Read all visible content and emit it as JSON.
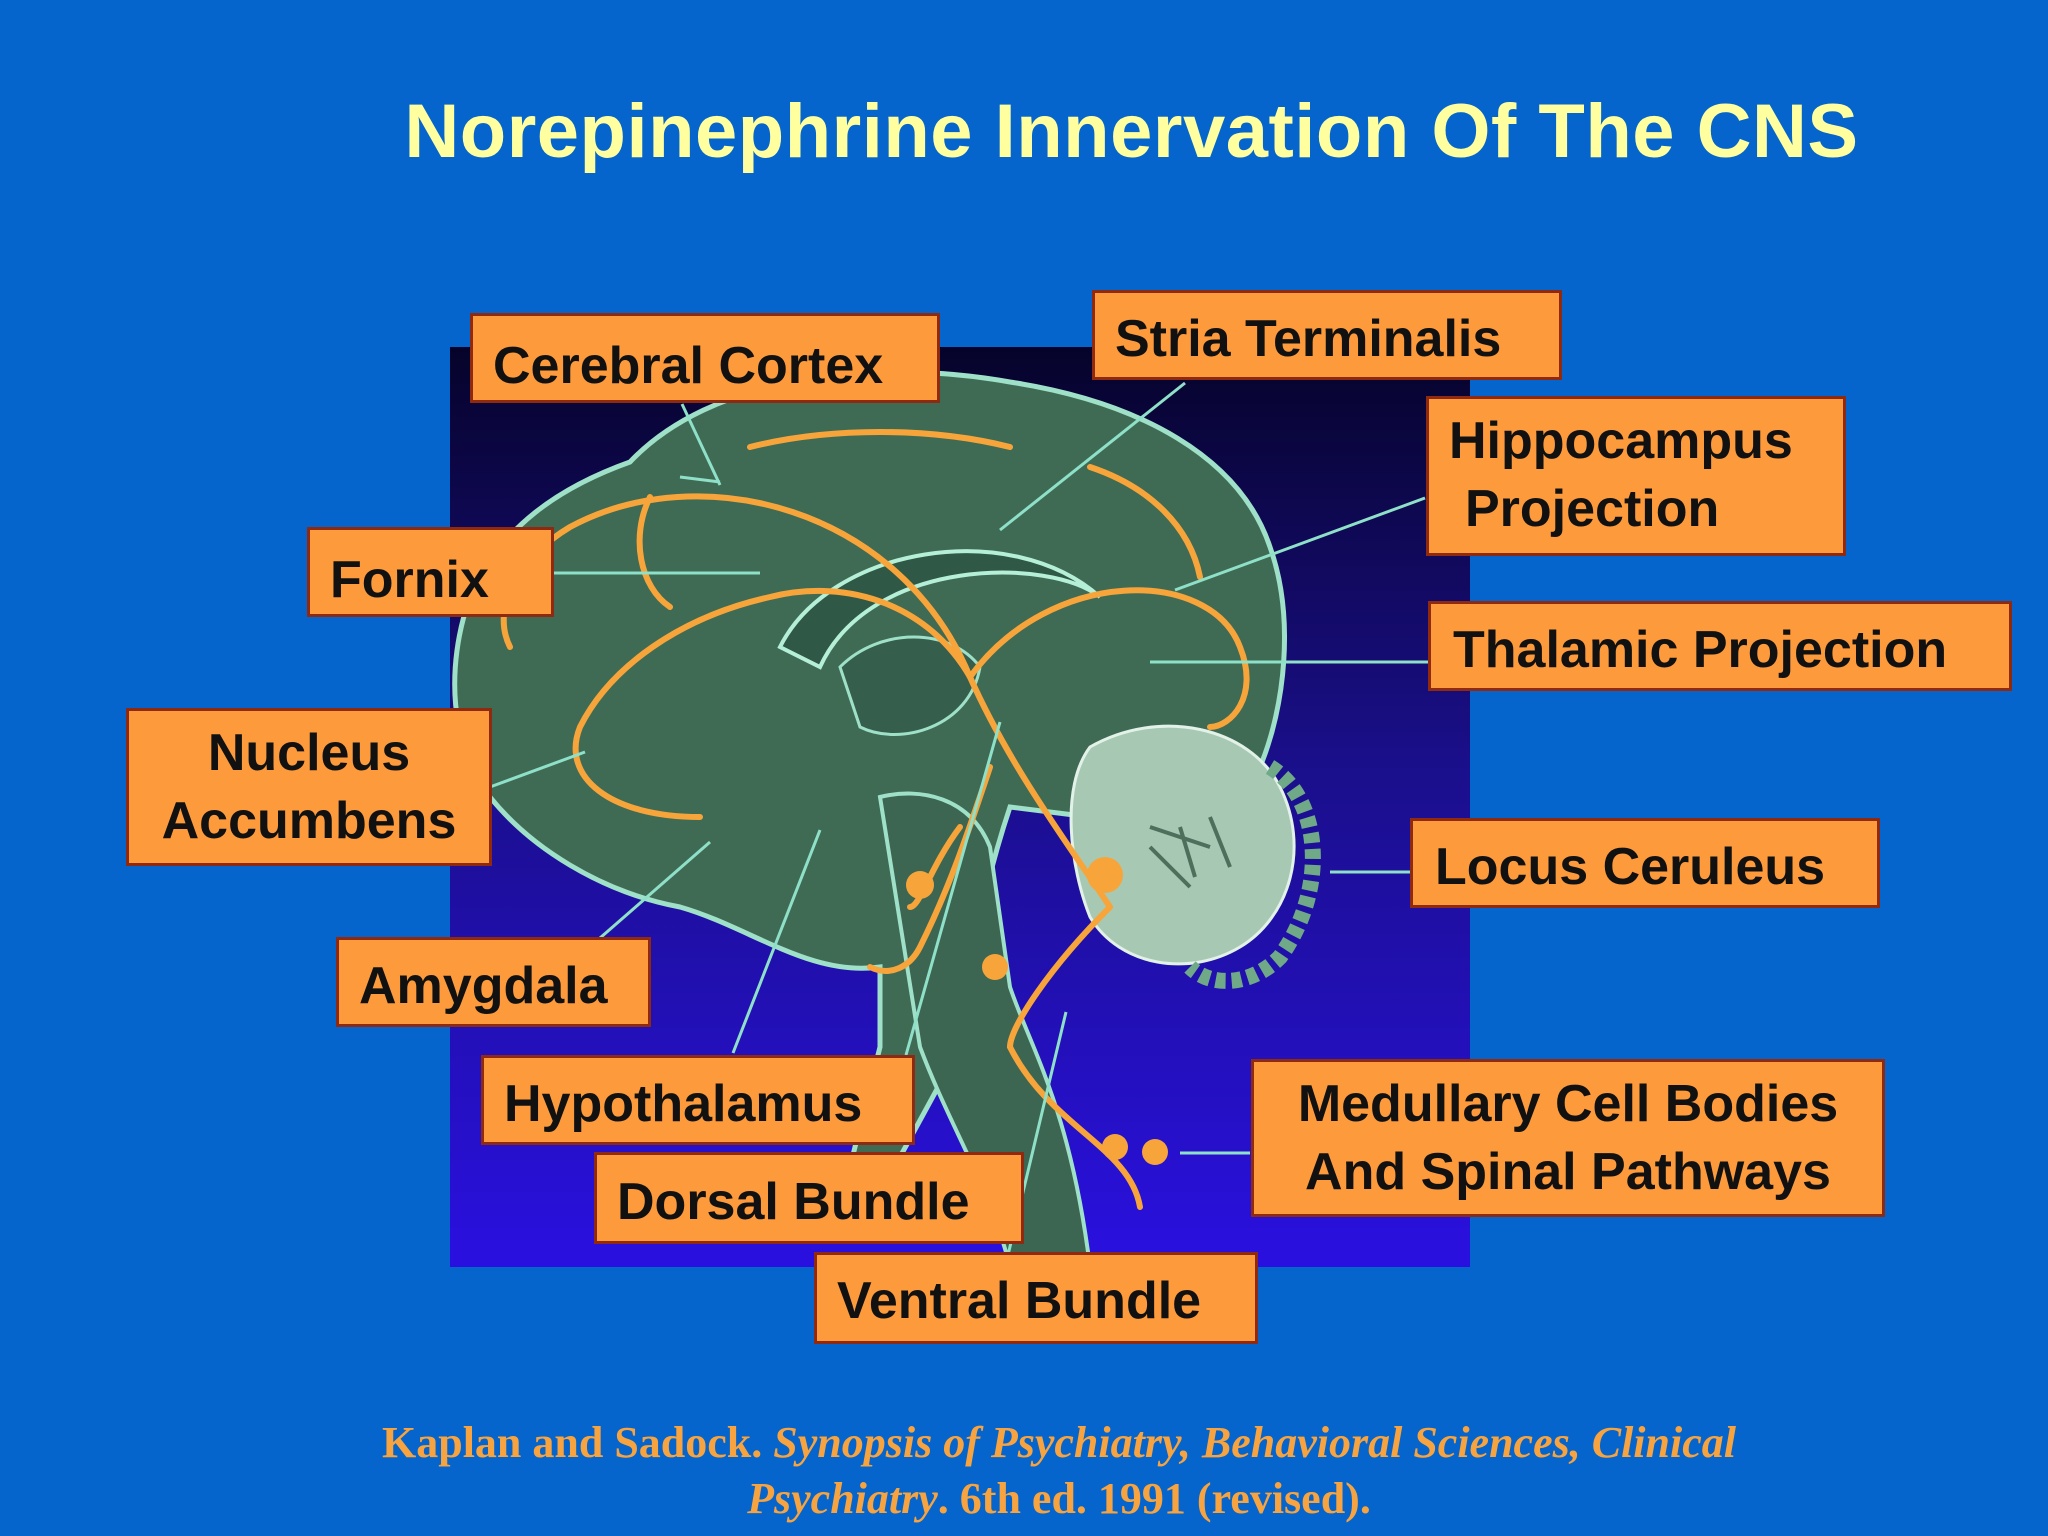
{
  "slide": {
    "title": "Norepinephrine Innervation Of The CNS"
  },
  "labels": {
    "cerebral_cortex": "Cerebral Cortex",
    "stria_terminalis": "Stria Terminalis",
    "hippocampus_projection": [
      "Hippocampus",
      "Projection"
    ],
    "fornix": "Fornix",
    "thalamic_projection": "Thalamic Projection",
    "nucleus_accumbens": [
      "Nucleus",
      "Accumbens"
    ],
    "locus_ceruleus": "Locus Ceruleus",
    "amygdala": "Amygdala",
    "hypothalamus": "Hypothalamus",
    "medullary": [
      "Medullary Cell Bodies",
      "And Spinal Pathways"
    ],
    "dorsal_bundle": "Dorsal Bundle",
    "ventral_bundle": "Ventral Bundle"
  },
  "citation": {
    "authors": "Kaplan and Sadock.",
    "book_title_line1": "Synopsis of Psychiatry, Behavioral Sciences, Clinical",
    "book_title_line2": "Psychiatry",
    "edition": ". 6th ed. 1991 (revised)."
  },
  "colors": {
    "background": "#0565cc",
    "title": "#ffffa0",
    "label_fill": "#fd9a3c",
    "label_border": "#8f2a10",
    "pathway": "#f7a53a",
    "citation": "#f7a340"
  }
}
